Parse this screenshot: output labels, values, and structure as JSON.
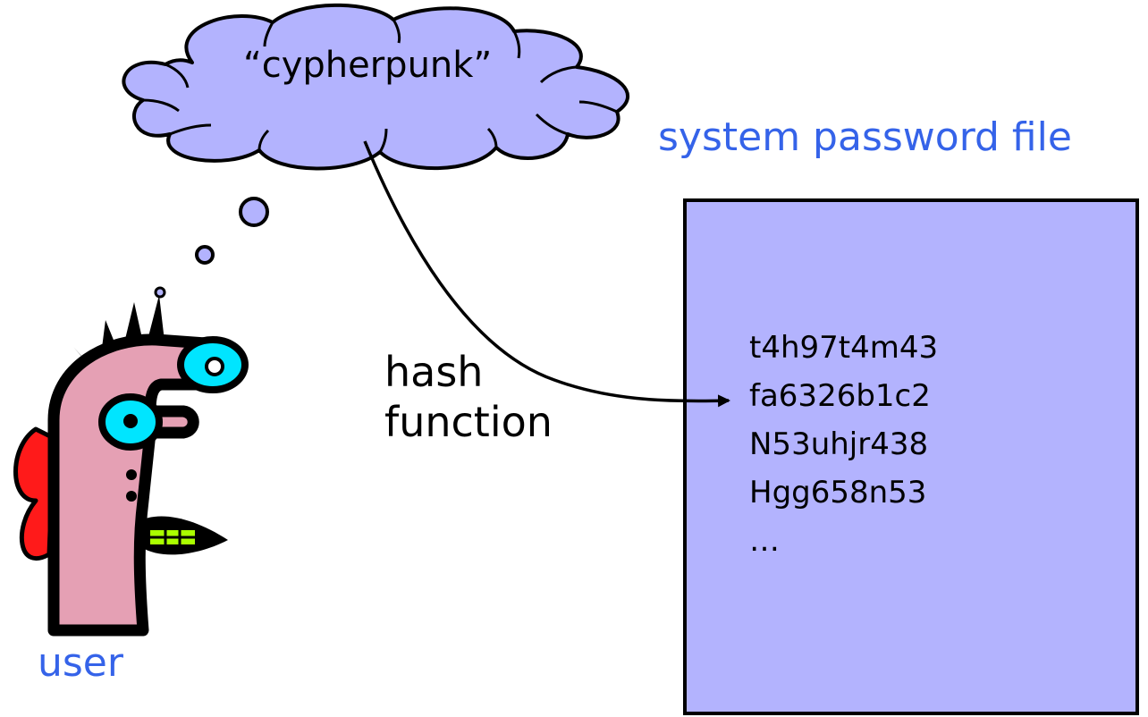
{
  "thought": {
    "text": "“cypherpunk”"
  },
  "arrow": {
    "label_line1": "hash",
    "label_line2": "function"
  },
  "password_file": {
    "title": "system password file",
    "entries": [
      "t4h97t4m43",
      "fa6326b1c2",
      "N53uhjr438",
      "Hgg658n53",
      "…"
    ]
  },
  "user": {
    "label": "user"
  },
  "colors": {
    "fill_lavender": "#b3b3fe",
    "label_blue": "#3563e9",
    "face_pink": "#e5a0b4",
    "eye_cyan": "#00e5ff",
    "ear_red": "#ff1a1a",
    "mouth_green": "#aaff00"
  }
}
